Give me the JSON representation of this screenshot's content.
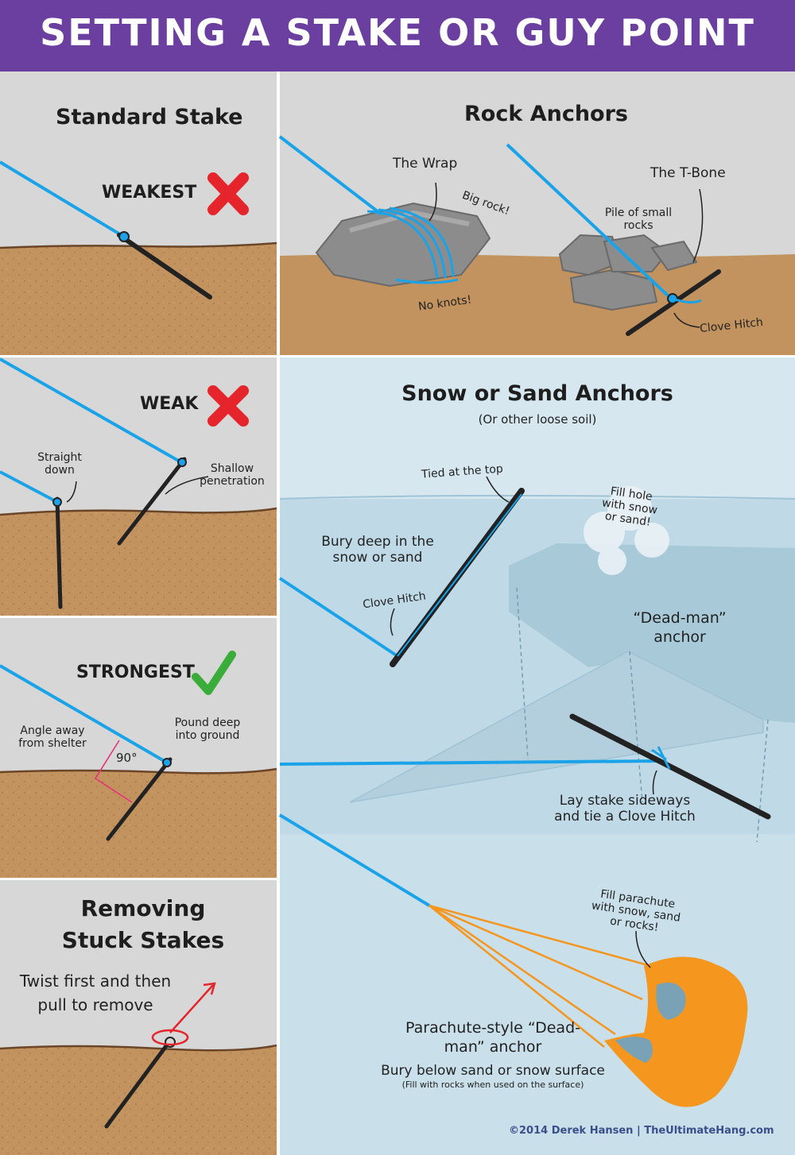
{
  "title": "SETTING A STAKE OR GUY POINT",
  "colors": {
    "header": "#6b3fa0",
    "line": "#1aa3e8",
    "soil": "#c3935f",
    "gray": "#d7d7d7",
    "rock": "#8c8c8c",
    "ice": "#bfd9e6",
    "orange": "#f5961e",
    "bad": "#e5242b",
    "good": "#3aac3a"
  },
  "standard": {
    "heading": "Standard Stake",
    "weakest": "WEAKEST",
    "weak": "WEAK",
    "strongest": "STRONGEST",
    "straight_down": "Straight down",
    "shallow": "Shallow penetration",
    "angle_away": "Angle away from shelter",
    "pound_deep": "Pound deep into ground",
    "angle": "90°"
  },
  "rock": {
    "heading": "Rock Anchors",
    "wrap": "The Wrap",
    "big_rock": "Big rock!",
    "no_knots": "No knots!",
    "tbone": "The T-Bone",
    "pile": "Pile of small rocks",
    "clove": "Clove Hitch"
  },
  "snow": {
    "heading": "Snow or Sand Anchors",
    "subheading": "(Or other loose soil)",
    "tied_top": "Tied at the top",
    "bury_deep": "Bury deep in the snow or sand",
    "clove": "Clove Hitch",
    "fill_hole": "Fill hole with snow or sand!",
    "deadman": "“Dead-man” anchor",
    "lay_sideways": "Lay stake sideways and tie a Clove Hitch",
    "fill_parachute": "Fill parachute with snow, sand or rocks!",
    "parachute_title": "Parachute-style “Dead-man” anchor",
    "bury_below": "Bury below sand or snow surface",
    "fill_rocks": "(Fill with rocks when used on the surface)"
  },
  "removing": {
    "heading": "Removing Stuck Stakes",
    "instruction": "Twist first and then pull to remove"
  },
  "credit": "©2014 Derek Hansen | TheUltimateHang.com"
}
